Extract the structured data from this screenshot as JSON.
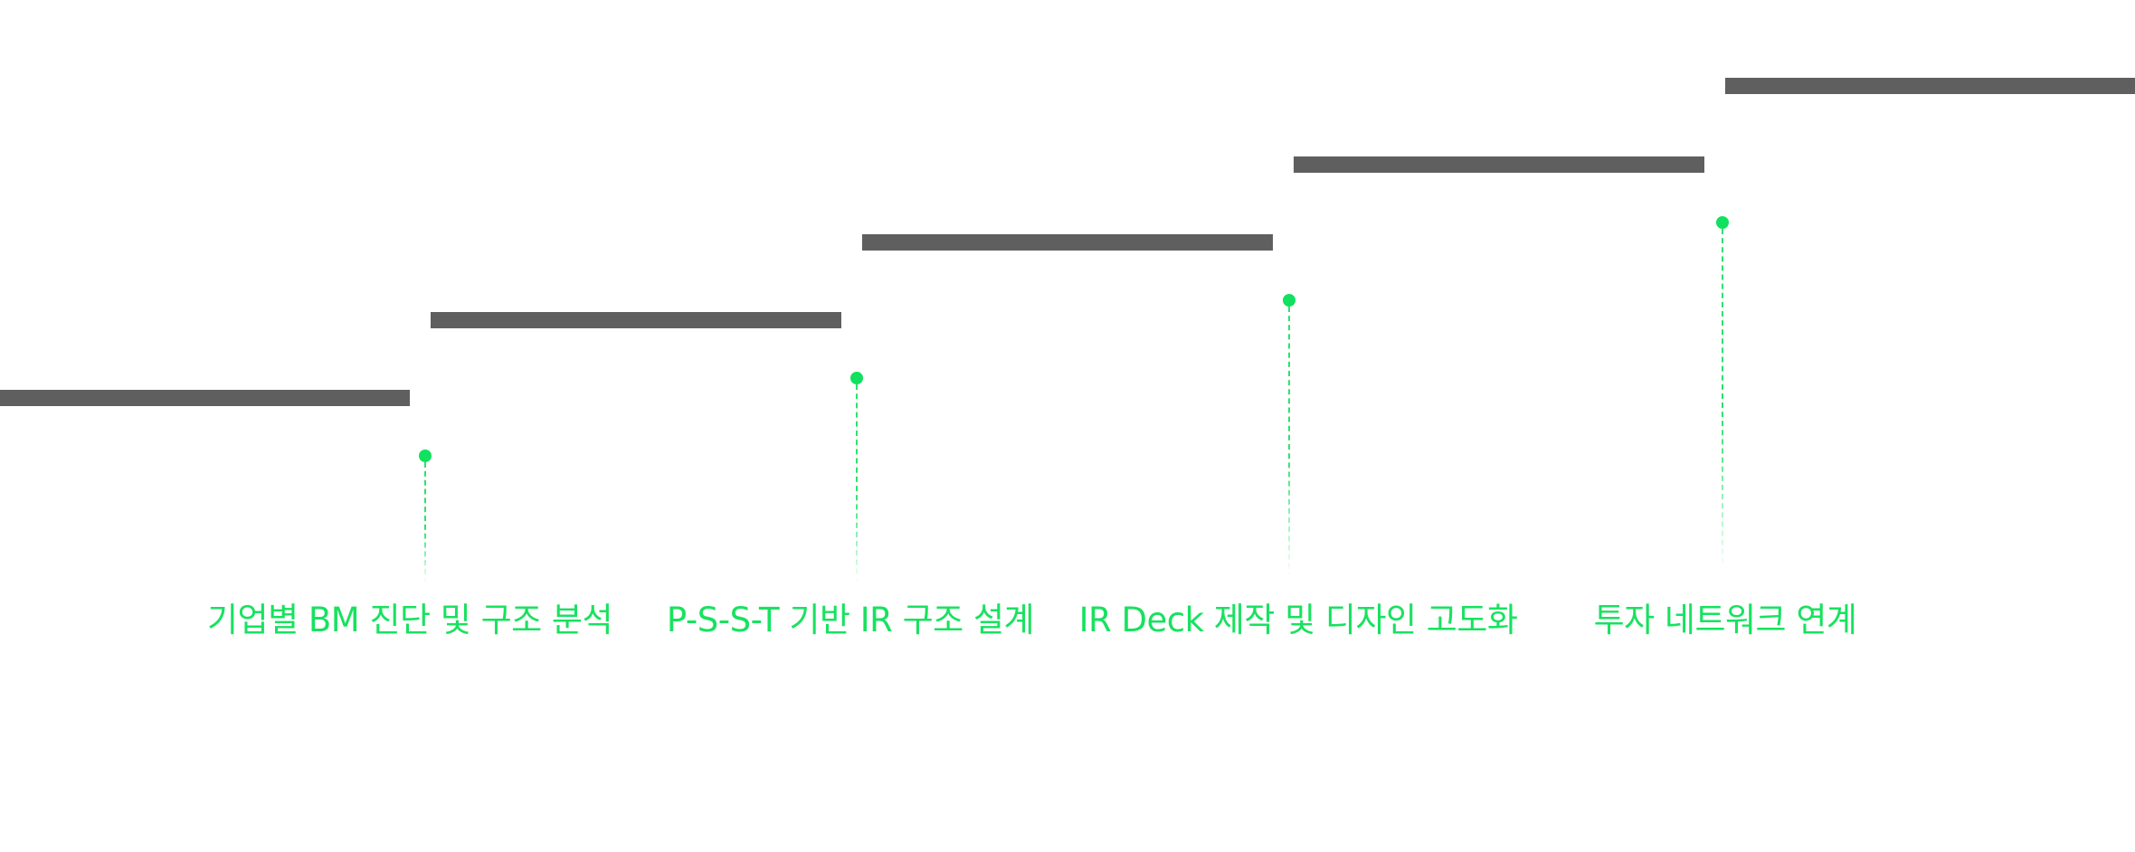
{
  "accent_color": "#17e25f",
  "stair_color": "#5f5f5f",
  "steps": [
    {
      "label": "기업별 BM 진단 및 구조 분석"
    },
    {
      "label": "P-S-S-T 기반 IR 구조 설계"
    },
    {
      "label": "IR Deck 제작 및 디자인 고도화"
    },
    {
      "label": "투자 네트워크 연계"
    }
  ]
}
